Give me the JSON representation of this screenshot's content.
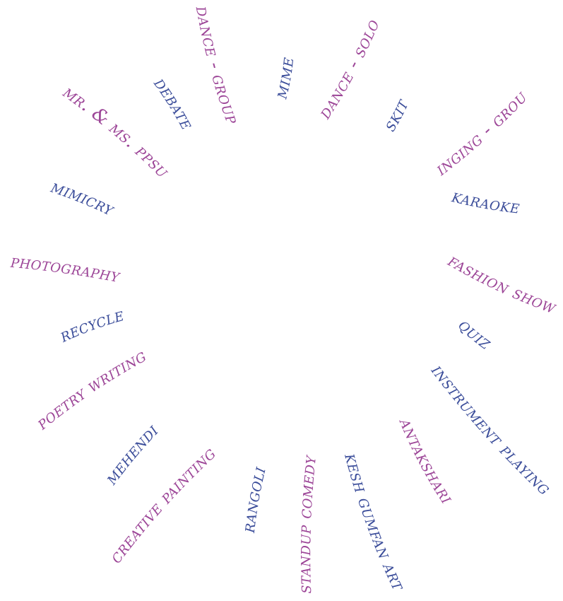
{
  "colors": {
    "magenta": "#9c4597",
    "blue": "#3b4d9a"
  },
  "activities": [
    {
      "id": "dance-group",
      "label": "dance - group",
      "color": "magenta"
    },
    {
      "id": "mime",
      "label": "mime",
      "color": "blue"
    },
    {
      "id": "dance-solo",
      "label": "dance - solo",
      "color": "magenta"
    },
    {
      "id": "skit",
      "label": "skit",
      "color": "blue"
    },
    {
      "id": "singing-group",
      "label": "singing - group",
      "color": "magenta"
    },
    {
      "id": "karaoke",
      "label": "karaoke",
      "color": "blue"
    },
    {
      "id": "fashion-show",
      "label": "fashion show",
      "color": "magenta"
    },
    {
      "id": "quiz",
      "label": "quiz",
      "color": "blue"
    },
    {
      "id": "instrument-playing",
      "label": "instrument playing",
      "color": "blue"
    },
    {
      "id": "antakshari",
      "label": "antakshari",
      "color": "magenta"
    },
    {
      "id": "kesh-gumfan-art",
      "label": "kesh gumfan art",
      "color": "blue"
    },
    {
      "id": "standup-comedy",
      "label": "standup comedy",
      "color": "magenta"
    },
    {
      "id": "rangoli",
      "label": "rangoli",
      "color": "blue"
    },
    {
      "id": "creative-painting",
      "label": "creative  painting",
      "color": "magenta"
    },
    {
      "id": "mehendi",
      "label": "mehendi",
      "color": "blue"
    },
    {
      "id": "poetry-writing",
      "label": "poetry writing",
      "color": "magenta"
    },
    {
      "id": "recycle",
      "label": "recycle",
      "color": "blue"
    },
    {
      "id": "photography",
      "label": "photography",
      "color": "magenta"
    },
    {
      "id": "mimicry",
      "label": "mimicry",
      "color": "blue"
    },
    {
      "id": "mr-ms-ppsu",
      "label": "mr. & ms. ppsu",
      "color": "magenta"
    },
    {
      "id": "debate",
      "label": "debate",
      "color": "blue"
    }
  ]
}
